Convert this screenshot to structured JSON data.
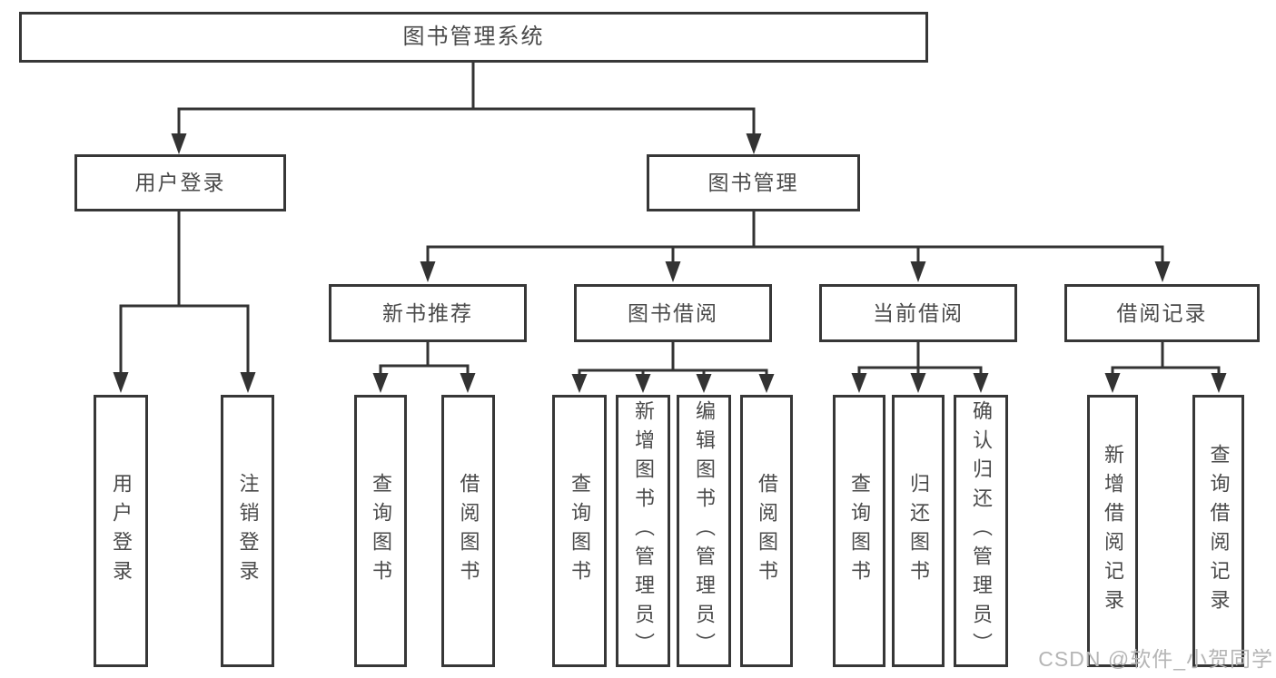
{
  "diagram": {
    "type": "hierarchy-structure-diagram",
    "colors": {
      "line": "#333333",
      "box_border": "#373737",
      "text": "#4a4a4a",
      "background": "#ffffff",
      "watermark": "#b5b5b5"
    },
    "nodes": {
      "root": {
        "label": "图书管理系统"
      },
      "level2": [
        {
          "label": "用户登录"
        },
        {
          "label": "图书管理"
        }
      ],
      "level3": [
        {
          "label": "新书推荐"
        },
        {
          "label": "图书借阅"
        },
        {
          "label": "当前借阅"
        },
        {
          "label": "借阅记录"
        }
      ],
      "leaves": [
        {
          "label": "用户登录",
          "parent": "用户登录"
        },
        {
          "label": "注销登录",
          "parent": "用户登录"
        },
        {
          "label": "查询图书",
          "parent": "新书推荐"
        },
        {
          "label": "借阅图书",
          "parent": "新书推荐"
        },
        {
          "label": "查询图书",
          "parent": "图书借阅"
        },
        {
          "label": "新增图书（管理员）",
          "parent": "图书借阅"
        },
        {
          "label": "编辑图书（管理员）",
          "parent": "图书借阅"
        },
        {
          "label": "借阅图书",
          "parent": "图书借阅"
        },
        {
          "label": "查询图书",
          "parent": "当前借阅"
        },
        {
          "label": "归还图书",
          "parent": "当前借阅"
        },
        {
          "label": "确认归还（管理员）",
          "parent": "当前借阅"
        },
        {
          "label": "新增借阅记录",
          "parent": "借阅记录"
        },
        {
          "label": "查询借阅记录",
          "parent": "借阅记录"
        }
      ]
    },
    "watermark": "CSDN @软件_小贺同学"
  }
}
